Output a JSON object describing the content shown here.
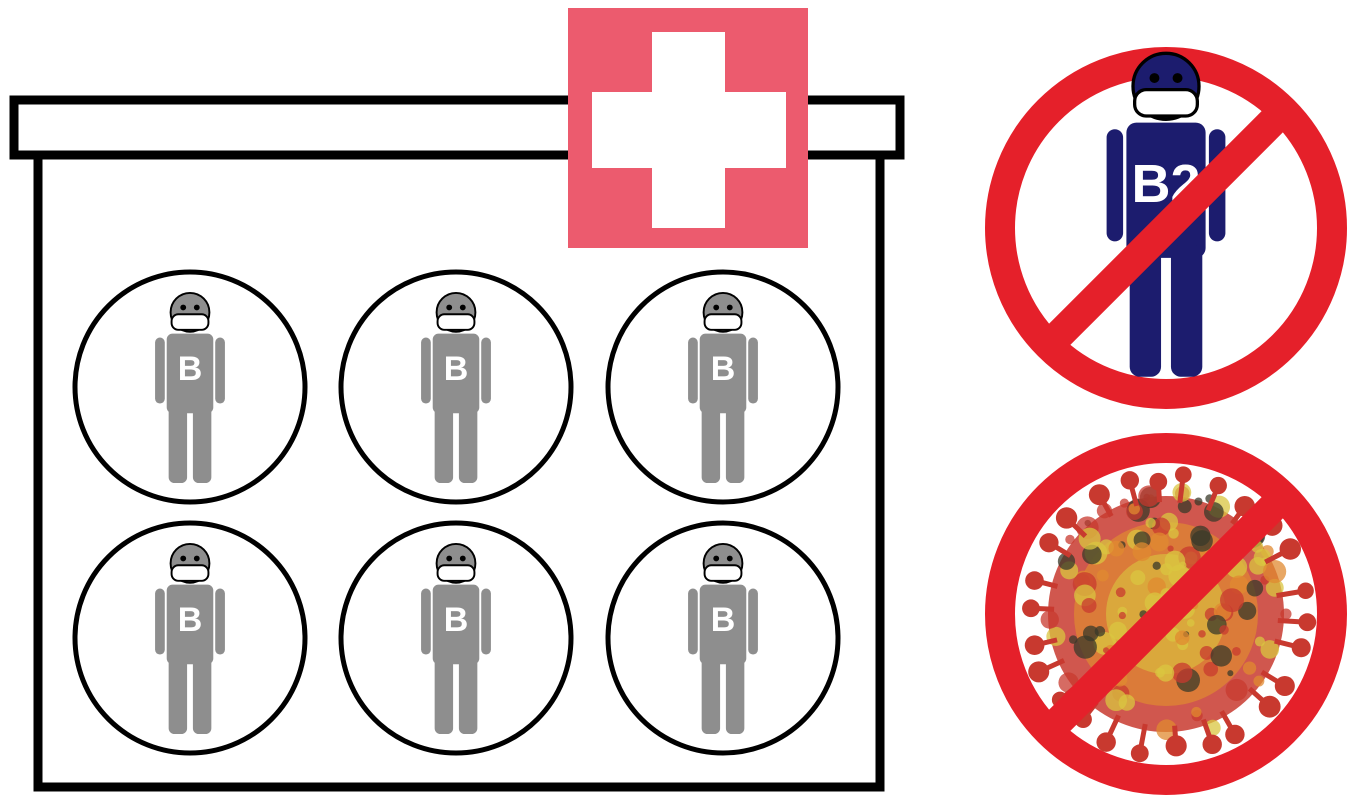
{
  "colors": {
    "outline": "#000000",
    "background": "#ffffff",
    "medical_cross_bg": "#ec5b6e",
    "medical_cross_fg": "#ffffff",
    "person_inside": "#8e8e8e",
    "person_prohibited": "#1c1c6e",
    "prohibition_sign": "#e5202a",
    "virus_red": "#c8392f",
    "virus_orange": "#e08a30",
    "virus_yellow": "#d9c640",
    "virus_dark": "#3a3a2a"
  },
  "container": {
    "icon": "first-aid-box",
    "cross_icon": "medical-cross-icon",
    "compartments": [
      {
        "label": "B"
      },
      {
        "label": "B"
      },
      {
        "label": "B"
      },
      {
        "label": "B"
      },
      {
        "label": "B"
      },
      {
        "label": "B"
      }
    ]
  },
  "prohibited": [
    {
      "icon": "masked-person-icon",
      "label": "B2"
    },
    {
      "icon": "virus-icon"
    }
  ]
}
